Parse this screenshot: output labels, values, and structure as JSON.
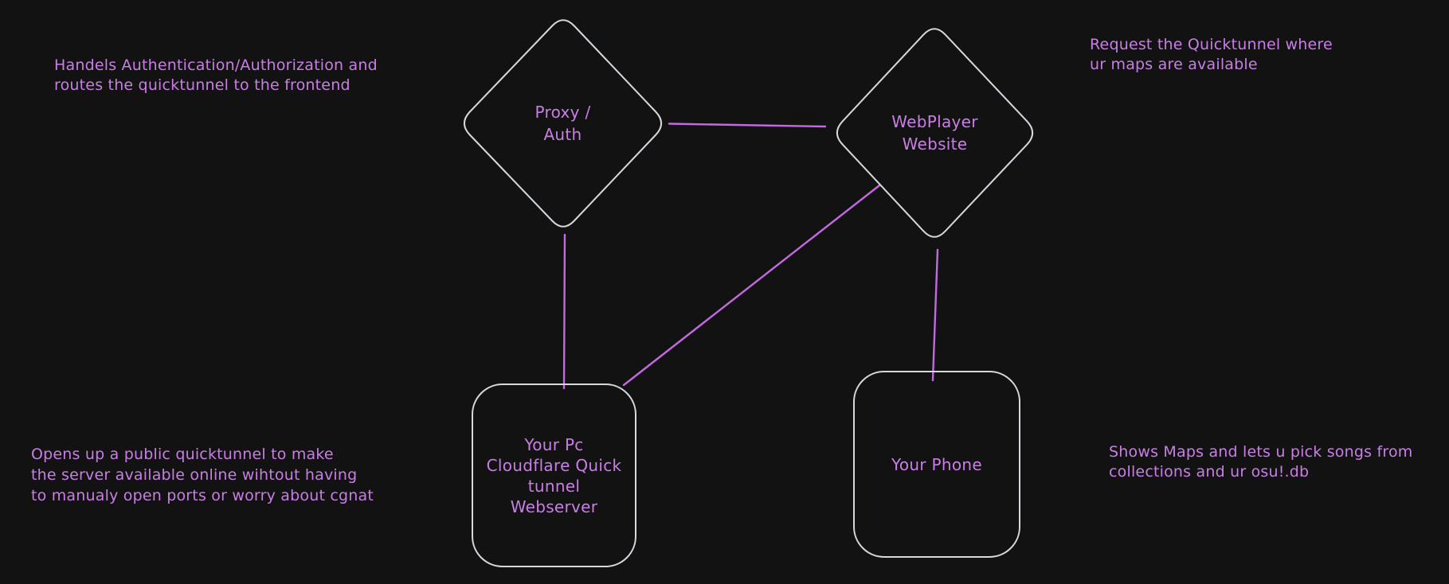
{
  "colors": {
    "canvas-bg": "#121212",
    "shape-stroke": "#d5d9dd",
    "text-purple": "#c97ee6",
    "line-purple": "#c36ae2"
  },
  "diagram": {
    "style": "hand-drawn whiteboard (dark theme)",
    "nodes": {
      "proxy_auth": {
        "shape": "diamond",
        "lines": [
          "Proxy /",
          "Auth"
        ]
      },
      "webplayer": {
        "shape": "diamond",
        "lines": [
          "WebPlayer",
          "Website"
        ]
      },
      "your_pc": {
        "shape": "rounded-rect",
        "lines": [
          "Your Pc",
          "Cloudflare Quick",
          "tunnel",
          "Webserver"
        ]
      },
      "your_phone": {
        "shape": "rounded-rect",
        "lines": [
          "Your Phone"
        ]
      }
    },
    "edges": [
      {
        "name": "proxy-auth-to-webplayer",
        "from": "proxy_auth",
        "to": "webplayer"
      },
      {
        "name": "proxy-auth-to-your-pc",
        "from": "proxy_auth",
        "to": "your_pc"
      },
      {
        "name": "your-pc-to-webplayer",
        "from": "your_pc",
        "to": "webplayer"
      },
      {
        "name": "webplayer-to-your-phone",
        "from": "webplayer",
        "to": "your_phone"
      }
    ],
    "notes": {
      "top_left": {
        "lines": [
          "Handels Authentication/Authorization and",
          "routes the quicktunnel to the frontend"
        ]
      },
      "top_right": {
        "lines": [
          "Request the Quicktunnel where",
          "ur maps are available"
        ]
      },
      "bottom_left": {
        "lines": [
          "Opens up a public quicktunnel to make",
          "the server available online wihtout having",
          "to manualy open ports or worry about cgnat"
        ]
      },
      "bottom_right": {
        "lines": [
          "Shows Maps and lets u pick songs from",
          "collections and ur osu!.db"
        ]
      }
    }
  }
}
